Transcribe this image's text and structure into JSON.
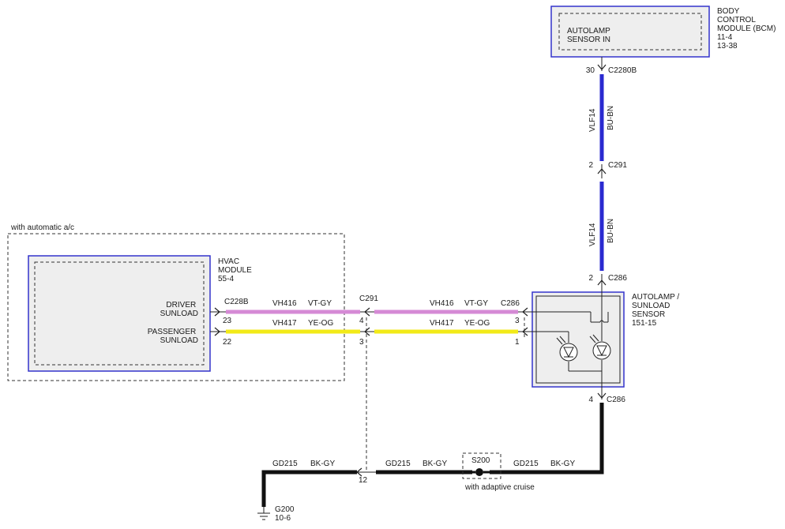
{
  "bcm": {
    "title_lines": [
      "BODY",
      "CONTROL",
      "MODULE (BCM)",
      "11-4",
      "13-38"
    ],
    "pin_label_lines": [
      "AUTOLAMP",
      "SENSOR IN"
    ]
  },
  "hvac": {
    "title_lines": [
      "HVAC",
      "MODULE",
      "55-4"
    ],
    "driver_label_lines": [
      "DRIVER",
      "SUNLOAD"
    ],
    "passenger_label_lines": [
      "PASSENGER",
      "SUNLOAD"
    ]
  },
  "sensor": {
    "title_lines": [
      "AUTOLAMP /",
      "SUNLOAD",
      "SENSOR",
      "151-15"
    ]
  },
  "option_box": {
    "label": "with automatic a/c"
  },
  "splice": {
    "name": "S200",
    "note": "with adaptive cruise"
  },
  "ground": {
    "label_lines": [
      "G200",
      "10-6"
    ]
  },
  "connectors": {
    "c2280b": {
      "name": "C2280B",
      "pin": "30"
    },
    "c291_top": {
      "name": "C291",
      "pin": "2"
    },
    "c286_top": {
      "name": "C286",
      "pin": "2"
    },
    "c228b": {
      "name": "C228B",
      "pin_driver": "23",
      "pin_passenger": "22"
    },
    "c291_mid": {
      "name": "C291",
      "pin_driver": "4",
      "pin_passenger": "3",
      "pin_ground": "12"
    },
    "c286_mid": {
      "name": "C286",
      "pin_driver": "3",
      "pin_passenger": "1"
    },
    "c286_bottom": {
      "name": "C286",
      "pin": "4"
    }
  },
  "wires": {
    "vlf14_upper": {
      "circuit": "VLF14",
      "color": "BU-BN"
    },
    "vlf14_lower": {
      "circuit": "VLF14",
      "color": "BU-BN"
    },
    "vh416_left": {
      "circuit": "VH416",
      "color": "VT-GY"
    },
    "vh416_right": {
      "circuit": "VH416",
      "color": "VT-GY"
    },
    "vh417_left": {
      "circuit": "VH417",
      "color": "YE-OG"
    },
    "vh417_right": {
      "circuit": "VH417",
      "color": "YE-OG"
    },
    "gd215_left": {
      "circuit": "GD215",
      "color": "BK-GY"
    },
    "gd215_mid": {
      "circuit": "GD215",
      "color": "BK-GY"
    },
    "gd215_right": {
      "circuit": "GD215",
      "color": "BK-GY"
    }
  },
  "colors": {
    "module_border": "#3333cc",
    "module_fill": "#eeeeee",
    "wire_blue": "#2a2ad0",
    "wire_violet": "#d58ad5",
    "wire_yellow": "#f2ea18",
    "wire_black": "#111111"
  }
}
